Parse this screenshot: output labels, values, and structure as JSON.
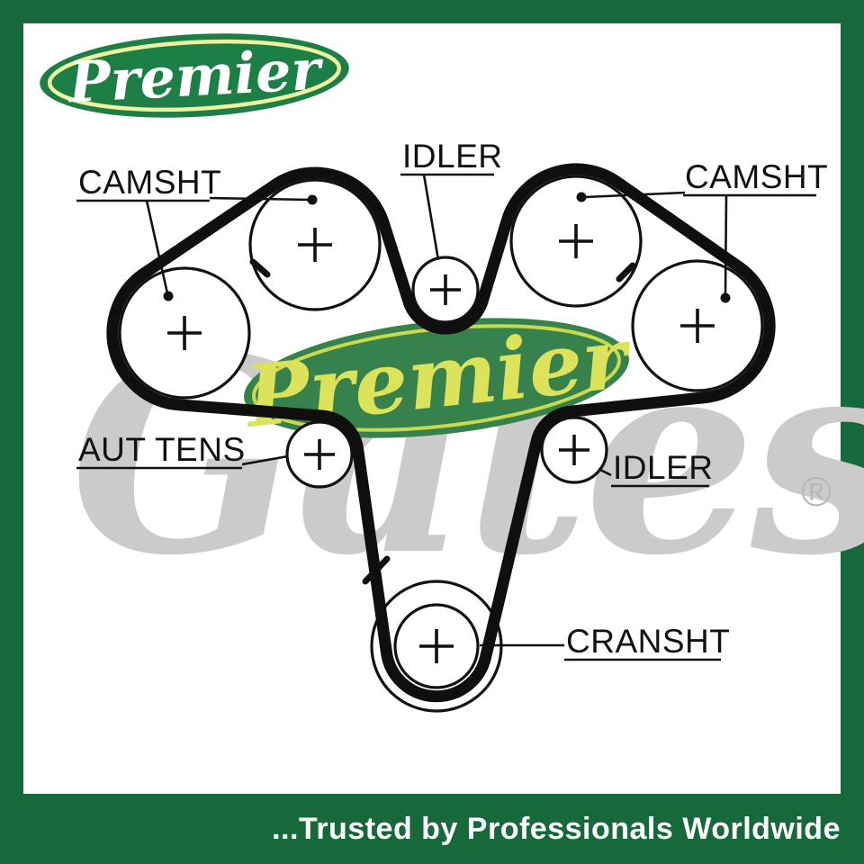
{
  "brand": {
    "logo_text": "Premier",
    "watermark_script": "Gates",
    "watermark_oval_text": "Premier",
    "registered_symbol": "®"
  },
  "diagram": {
    "labels": {
      "camsht_left": "CAMSHT",
      "idler_top": "IDLER",
      "camsht_right": "CAMSHT",
      "aut_tens": "AUT TENS",
      "idler_right": "IDLER",
      "cransht": "CRANSHT"
    }
  },
  "footer": {
    "tagline": "...Trusted by Professionals Worldwide"
  },
  "colors": {
    "frame_green": "#17693C",
    "logo_green": "#1E7F46",
    "logo_ring": "#EDF2A0",
    "watermark_gray": "#CBCBCB",
    "watermark_oval_green": "#37814C",
    "watermark_oval_ring": "#C8DA4E",
    "watermark_oval_text": "#DCE25A",
    "belt_black": "#0F0F0F",
    "footer_text": "#FFFFFF"
  }
}
